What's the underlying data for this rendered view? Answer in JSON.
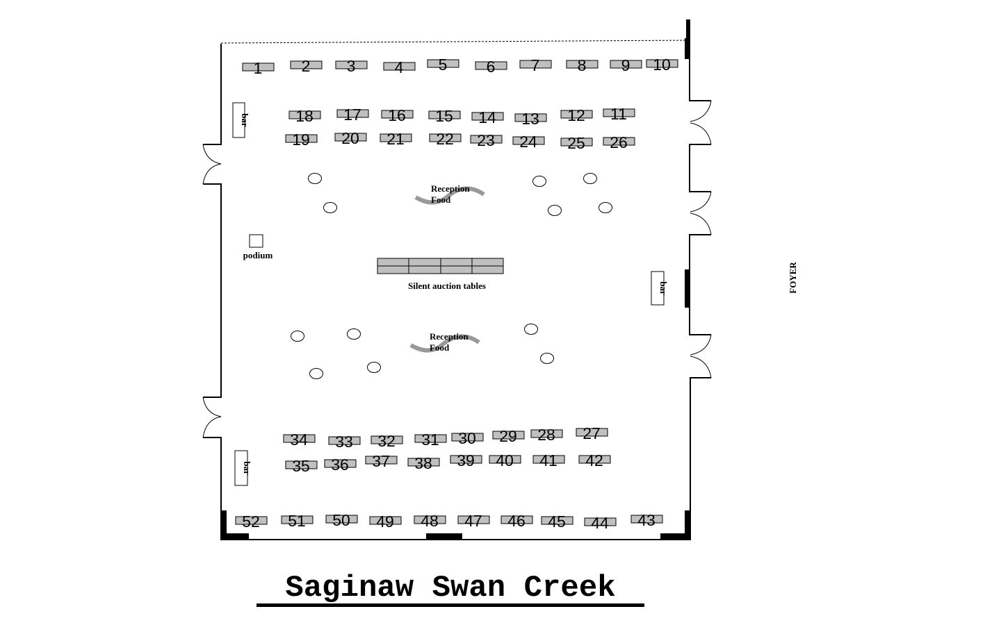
{
  "title": "Saginaw Swan Creek",
  "labels": {
    "bar": "bar",
    "podium": "podium",
    "reception": "Reception",
    "food": "Food",
    "silent_auction": "Silent auction tables",
    "foyer": "FOYER"
  },
  "tables": [
    "1",
    "2",
    "3",
    "4",
    "5",
    "6",
    "7",
    "8",
    "9",
    "10",
    "11",
    "12",
    "13",
    "14",
    "15",
    "16",
    "17",
    "18",
    "19",
    "20",
    "21",
    "22",
    "23",
    "24",
    "25",
    "26",
    "27",
    "28",
    "29",
    "30",
    "31",
    "32",
    "33",
    "34",
    "35",
    "36",
    "37",
    "38",
    "39",
    "40",
    "41",
    "42",
    "43",
    "44",
    "45",
    "46",
    "47",
    "48",
    "49",
    "50",
    "51",
    "52"
  ],
  "colors": {
    "table_fill": "#c0c0c0",
    "wall": "#000000",
    "food_table": "#b0b0b0"
  }
}
